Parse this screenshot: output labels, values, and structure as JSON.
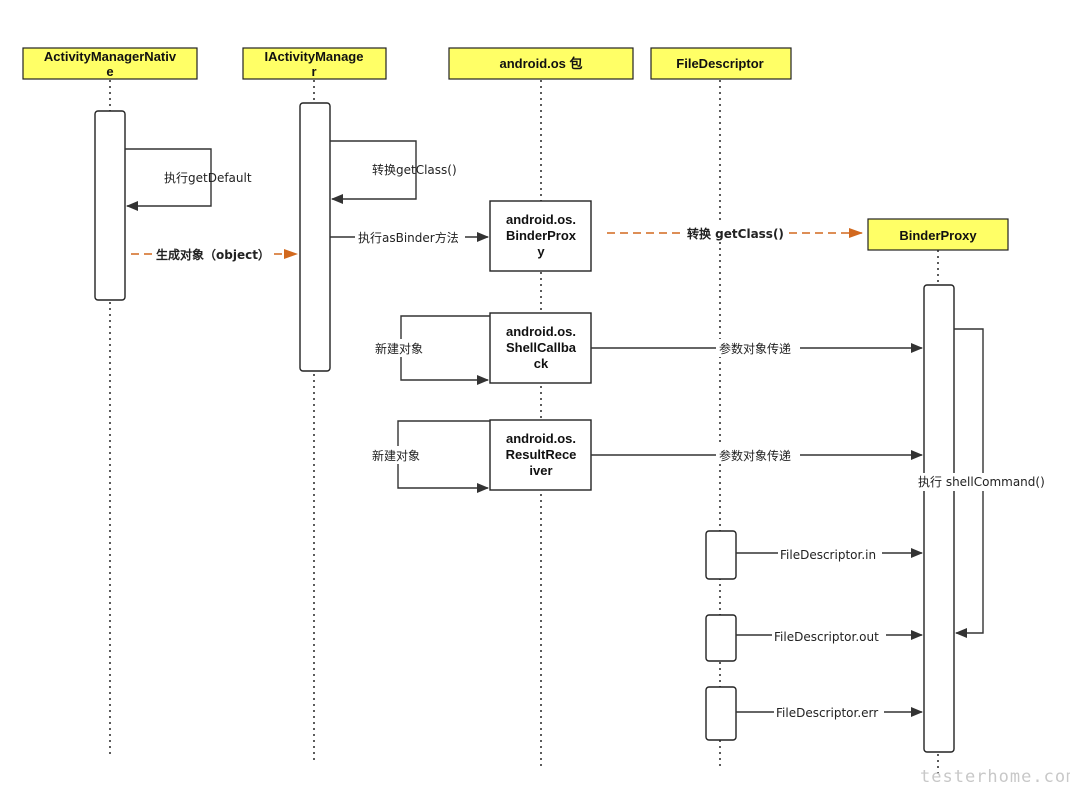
{
  "participants": {
    "activity_manager_native": "ActivityManagerNative",
    "iactivity_manager": "IActivityManager",
    "android_os_pkg": "android.os 包",
    "file_descriptor": "FileDescriptor",
    "binder_proxy": "BinderProxy"
  },
  "objects": {
    "binder_proxy_obj": "android.os.BinderProxy",
    "shell_callback_obj": "android.os.ShellCallback",
    "result_receiver_obj": "android.os.ResultReceiver"
  },
  "messages": {
    "get_default": "执行getDefault",
    "generate_object": "生成对象（object）",
    "get_class_self": "转换getClass()",
    "as_binder": "执行asBinder方法",
    "convert_get_class": "转换 getClass()",
    "new_object_1": "新建对象",
    "param_pass_1": "参数对象传递",
    "new_object_2": "新建对象",
    "param_pass_2": "参数对象传递",
    "shell_command": "执行 shellCommand()",
    "fd_in": "FileDescriptor.in",
    "fd_out": "FileDescriptor.out",
    "fd_err": "FileDescriptor.err"
  },
  "watermark": "testerhome.com",
  "colors": {
    "header_fill": "#ffff66",
    "line": "#333333",
    "async_arrow": "#d2691e",
    "watermark": "#c8c8c8"
  }
}
